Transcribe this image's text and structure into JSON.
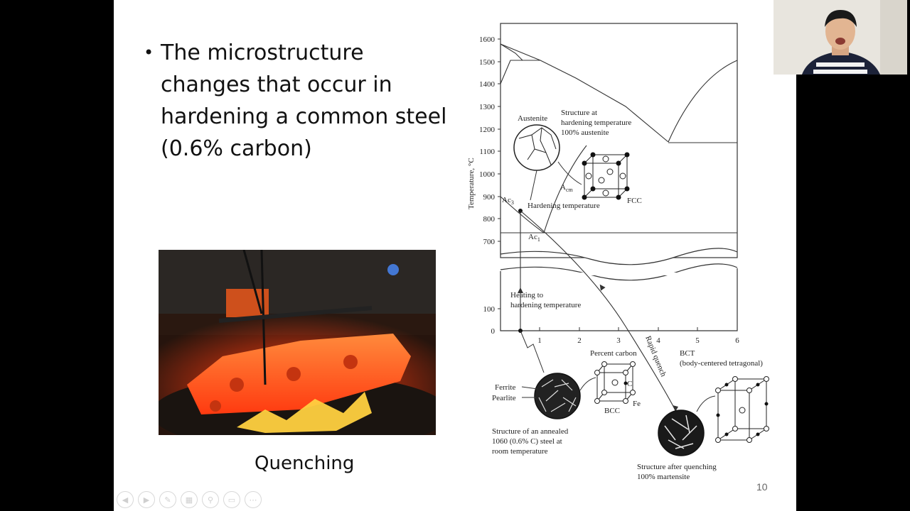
{
  "slide": {
    "bullet_text": "The microstructure changes that occur in hardening a common steel (0.6% carbon)",
    "photo_caption": "Quenching",
    "slide_number": "10"
  },
  "diagram": {
    "y_axis_label": "Temperature, °C",
    "y_ticks": [
      "1600",
      "1500",
      "1400",
      "1300",
      "1200",
      "1100",
      "1000",
      "900",
      "800",
      "700",
      "100",
      "0"
    ],
    "x_ticks": [
      "1",
      "2",
      "3",
      "4",
      "5",
      "6"
    ],
    "x_axis_label": "Percent carbon",
    "austenite_label": "Austenite",
    "hardening_structure": [
      "Structure at",
      "hardening temperature",
      "100% austenite"
    ],
    "acm_label": "A",
    "acm_sub": "cm",
    "ac3_label": "Ac",
    "ac3_sub": "3",
    "ac1_label": "Ac",
    "ac1_sub": "1",
    "hardening_temp_label": "Hardening temperature",
    "fcc_label": "FCC",
    "heating_label": [
      "Heating to",
      "hardening temperature"
    ],
    "rapid_quench_label": "Rapid quench",
    "bct_label": [
      "BCT",
      "(body-centered tetragonal)"
    ],
    "ferrite_label": "Ferrite",
    "pearlite_label": "Pearlite",
    "bcc_label": "BCC",
    "c_label": "C",
    "fe_label": "Fe",
    "annealed_label": [
      "Structure of an annealed",
      "1060 (0.6% C) steel at",
      "room temperature"
    ],
    "quenched_label": [
      "Structure after quenching",
      "100% martensite"
    ]
  },
  "controls": {
    "icons": [
      "prev-slide-icon",
      "next-slide-icon",
      "pen-icon",
      "slides-grid-icon",
      "zoom-icon",
      "subtitles-icon",
      "more-options-icon"
    ]
  }
}
